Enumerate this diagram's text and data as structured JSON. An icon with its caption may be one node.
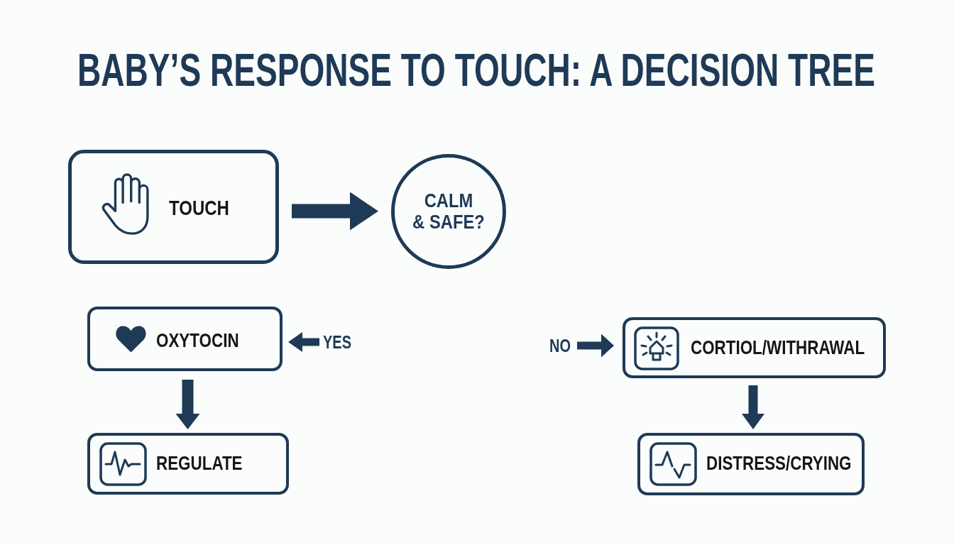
{
  "diagram": {
    "title": "BABY’S RESPONSE TO TOUCH: A DECISION TREE",
    "nodes": [
      {
        "text": [
          "TOUCH"
        ]
      },
      {
        "text": [
          "CALM & SAFE?"
        ]
      },
      {
        "text": [
          "OXYTOCIN"
        ]
      },
      {
        "text": [
          "YES"
        ]
      },
      {
        "text": [
          "NO"
        ]
      },
      {
        "text": [
          "CORTIOL/WITHRAWAL"
        ]
      },
      {
        "text": [
          "REGULATE"
        ]
      },
      {
        "text": [
          "DISTRESS/CRYING"
        ]
      }
    ],
    "edges": [
      {
        "from": 0,
        "to": 1,
        "arrow": "to"
      },
      {
        "from": 3,
        "to": 2,
        "arrow": "to"
      },
      {
        "from": 4,
        "to": 5,
        "arrow": "to"
      },
      {
        "from": 2,
        "to": 6,
        "arrow": "to"
      },
      {
        "from": 5,
        "to": 7,
        "arrow": "to"
      }
    ]
  }
}
